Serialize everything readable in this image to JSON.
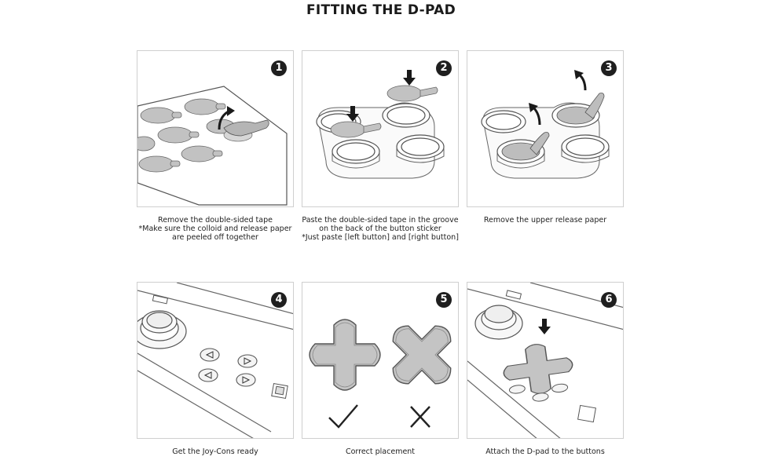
{
  "title": "FITTING THE D-PAD",
  "steps": [
    {
      "number": "1",
      "caption": [
        "Remove the double-sided tape",
        "*Make sure the colloid and release paper",
        "are peeled off together"
      ]
    },
    {
      "number": "2",
      "caption": [
        "Paste the double-sided tape in the groove",
        "on the back of the button sticker",
        "*Just paste [left button] and [right button]"
      ]
    },
    {
      "number": "3",
      "caption": [
        "Remove the upper release paper"
      ]
    },
    {
      "number": "4",
      "caption": [
        "Get the Joy-Cons ready"
      ]
    },
    {
      "number": "5",
      "caption": [
        "Correct placement"
      ]
    },
    {
      "number": "6",
      "caption": [
        "Attach the D-pad to the buttons"
      ]
    }
  ],
  "colors": {
    "sticker_fill": "#bfbfbf",
    "line": "#444444",
    "badge": "#1f1f1f"
  }
}
